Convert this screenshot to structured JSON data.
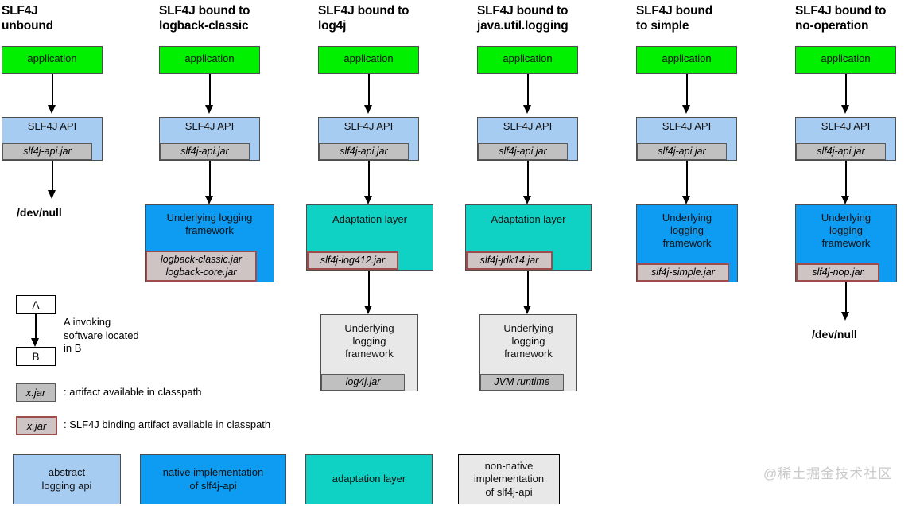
{
  "diagram": {
    "title_hidden": "SLF4J binding architecture",
    "columns": [
      {
        "id": "unbound",
        "title": "SLF4J\nunbound",
        "nodes": [
          {
            "id": "application",
            "label": "application",
            "style": "green"
          },
          {
            "id": "slf4j-api",
            "label": "SLF4J API",
            "style": "lightblue",
            "jar": "slf4j-api.jar",
            "jar_kind": "artifact"
          },
          {
            "id": "devnull",
            "label": "/dev/null",
            "style": "text"
          }
        ]
      },
      {
        "id": "logback-classic",
        "title": "SLF4J bound to\nlogback-classic",
        "nodes": [
          {
            "id": "application",
            "label": "application",
            "style": "green"
          },
          {
            "id": "slf4j-api",
            "label": "SLF4J API",
            "style": "lightblue",
            "jar": "slf4j-api.jar",
            "jar_kind": "artifact"
          },
          {
            "id": "underlying",
            "label": "Underlying logging\nframework",
            "style": "blue",
            "jar": "logback-classic.jar\nlogback-core.jar",
            "jar_kind": "binding"
          }
        ]
      },
      {
        "id": "log4j",
        "title": "SLF4J bound to\nlog4j",
        "nodes": [
          {
            "id": "application",
            "label": "application",
            "style": "green"
          },
          {
            "id": "slf4j-api",
            "label": "SLF4J API",
            "style": "lightblue",
            "jar": "slf4j-api.jar",
            "jar_kind": "artifact"
          },
          {
            "id": "adaptation",
            "label": "Adaptation layer",
            "style": "teal",
            "jar": "slf4j-log412.jar",
            "jar_kind": "binding"
          },
          {
            "id": "underlying",
            "label": "Underlying\nlogging\nframework",
            "style": "grey",
            "jar": "log4j.jar",
            "jar_kind": "artifact"
          }
        ]
      },
      {
        "id": "java-util-logging",
        "title": "SLF4J bound to\njava.util.logging",
        "nodes": [
          {
            "id": "application",
            "label": "application",
            "style": "green"
          },
          {
            "id": "slf4j-api",
            "label": "SLF4J API",
            "style": "lightblue",
            "jar": "slf4j-api.jar",
            "jar_kind": "artifact"
          },
          {
            "id": "adaptation",
            "label": "Adaptation layer",
            "style": "teal",
            "jar": "slf4j-jdk14.jar",
            "jar_kind": "binding"
          },
          {
            "id": "underlying",
            "label": "Underlying\nlogging\nframework",
            "style": "grey",
            "jar": "JVM runtime",
            "jar_kind": "artifact"
          }
        ]
      },
      {
        "id": "simple",
        "title": "SLF4J bound\nto simple",
        "nodes": [
          {
            "id": "application",
            "label": "application",
            "style": "green"
          },
          {
            "id": "slf4j-api",
            "label": "SLF4J API",
            "style": "lightblue",
            "jar": "slf4j-api.jar",
            "jar_kind": "artifact"
          },
          {
            "id": "underlying",
            "label": "Underlying\nlogging\nframework",
            "style": "blue",
            "jar": "slf4j-simple.jar",
            "jar_kind": "binding"
          }
        ]
      },
      {
        "id": "no-operation",
        "title": "SLF4J bound to\nno-operation",
        "nodes": [
          {
            "id": "application",
            "label": "application",
            "style": "green"
          },
          {
            "id": "slf4j-api",
            "label": "SLF4J API",
            "style": "lightblue",
            "jar": "slf4j-api.jar",
            "jar_kind": "artifact"
          },
          {
            "id": "underlying",
            "label": "Underlying\nlogging\nframework",
            "style": "blue",
            "jar": "slf4j-nop.jar",
            "jar_kind": "binding"
          },
          {
            "id": "devnull",
            "label": "/dev/null",
            "style": "text"
          }
        ]
      }
    ]
  },
  "legend": {
    "invocation": {
      "box_a": "A",
      "box_b": "B",
      "description": "A invoking\nsoftware located\nin B"
    },
    "artifact": {
      "chip": "x.jar",
      "description": ": artifact available in classpath"
    },
    "binding": {
      "chip": "x.jar",
      "description": ": SLF4J binding artifact available in classpath"
    },
    "swatches": [
      {
        "id": "abstract-logging-api",
        "label": "abstract\nlogging api",
        "color": "#a6ccf2"
      },
      {
        "id": "native-implementation",
        "label": "native implementation\nof slf4j-api",
        "color": "#0d9cf2"
      },
      {
        "id": "adaptation-layer",
        "label": "adaptation layer",
        "color": "#10d2c4"
      },
      {
        "id": "non-native-implementation",
        "label": "non-native\nimplementation\nof slf4j-api",
        "color": "#e8e8e8"
      }
    ]
  },
  "watermark": {
    "text": "@稀土掘金技术社区"
  },
  "colors": {
    "application_green": "#00f000",
    "abstract_api_blue": "#a6ccf2",
    "native_impl_blue": "#0d9cf2",
    "adaptation_teal": "#10d2c4",
    "non_native_grey": "#e8e8e8",
    "artifact_chip": "#c0c0c0",
    "binding_chip_border": "#9e4b4b"
  }
}
